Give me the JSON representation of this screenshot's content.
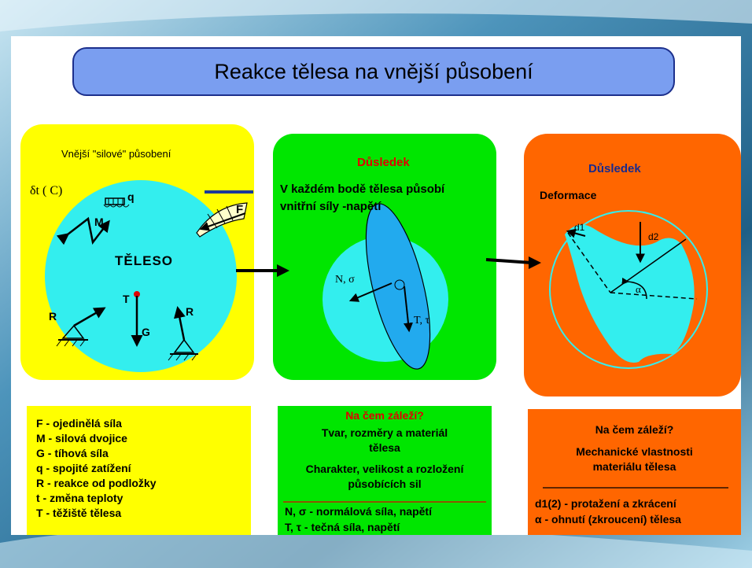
{
  "title": "Reakce tělesa na vnější působení",
  "left": {
    "heading": "Vnější \"silové\" působení",
    "temp": "δt ( C)",
    "body": "TĚLESO",
    "labels": {
      "q": "q",
      "F": "F",
      "M": "M",
      "T": "T",
      "G": "G",
      "R_left": "R",
      "R_right": "R"
    },
    "legend": [
      "F - ojedinělá síla",
      "M - silová dvojice",
      "G - tíhová síla",
      "q - spojité zatížení",
      "R - reakce od podložky",
      "t - změna teploty",
      "T - těžiště tělesa"
    ]
  },
  "middle": {
    "heading": "Důsledek",
    "line1": "V každém bodě tělesa působí",
    "line2": "vnitřní síly -napětí",
    "label_n": "N, σ",
    "label_t": "T, τ",
    "box_title": "Na čem záleží?",
    "box_line1": "Tvar, rozměry a materiál",
    "box_line2": "tělesa",
    "box_line3": "Charakter, velikost  a rozložení",
    "box_line4": "působících sil",
    "box_def1": "N, σ - normálová síla, napětí",
    "box_def2": "T, τ - tečná síla, napětí"
  },
  "right": {
    "heading": "Důsledek",
    "sub": "Deformace",
    "d1": "d1",
    "d2": "d2",
    "alpha": "α",
    "box_title": "Na čem záleží?",
    "box_line1": "Mechanické vlastnosti",
    "box_line2": "materiálu tělesa",
    "box_def1": "d1(2) - protažení a zkrácení",
    "box_def2": "α  - ohnutí (zkroucení) tělesa"
  },
  "colors": {
    "yellow": "#ffff00",
    "green": "#00e600",
    "orange": "#ff6600",
    "cyan": "#33eeee",
    "titleFill": "#7a9ef0",
    "red": "#e00000"
  }
}
